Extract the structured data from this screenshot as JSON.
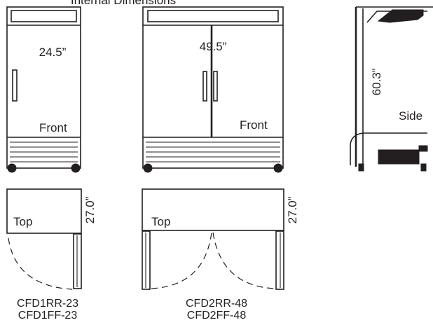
{
  "title": "Internal Dimensions",
  "colors": {
    "line": "#231f20",
    "background": "#ffffff"
  },
  "single_door": {
    "front": {
      "width_label": "24.5”",
      "view_label": "Front"
    },
    "top": {
      "depth_label": "27.0”",
      "view_label": "Top"
    },
    "models": [
      "CFD1RR-23",
      "CFD1FF-23"
    ]
  },
  "double_door": {
    "front": {
      "width_label": "49.5”",
      "view_label": "Front"
    },
    "top": {
      "depth_label": "27.0”",
      "view_label": "Top"
    },
    "models": [
      "CFD2RR-48",
      "CFD2FF-48"
    ]
  },
  "side": {
    "height_label": "60.3”",
    "view_label": "Side"
  }
}
